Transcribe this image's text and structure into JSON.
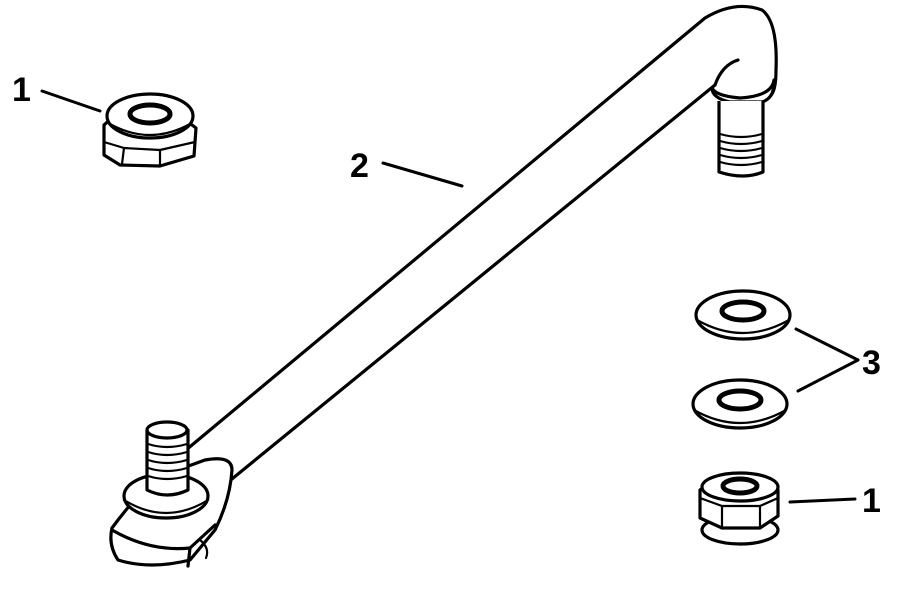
{
  "diagram": {
    "type": "exploded-parts-diagram",
    "background": "#ffffff",
    "line_color": "#000000",
    "callouts": [
      {
        "id": "callout-1-top-left",
        "label": "1",
        "part": "lock nut"
      },
      {
        "id": "callout-2",
        "label": "2",
        "part": "steering link rod"
      },
      {
        "id": "callout-3",
        "label": "3",
        "part": "flat washers (2)"
      },
      {
        "id": "callout-1-bottom-right",
        "label": "1",
        "part": "lock nut"
      }
    ]
  }
}
